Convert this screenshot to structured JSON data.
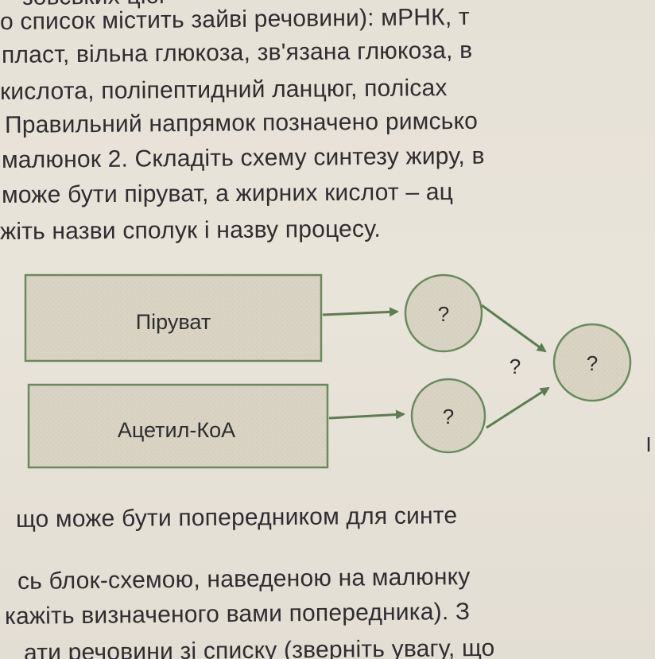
{
  "text_lines": [
    "зовських цієї",
    "о список містить зайві речовини): мРНК, т",
    "пласт, вільна глюкоза, зв'язана глюкоза, в",
    "кислота, поліпептидний ланцюг, полісах",
    "Правильний напрямок позначено римсько",
    "малюнок 2. Складіть схему синтезу жиру, в",
    "може бути піруват, а жирних кислот – ац",
    "жіть назви сполук і назву процесу."
  ],
  "diagram": {
    "box_top_label": "Піруват",
    "box_bottom_label": "Ацетил-КоА",
    "circle_top_label": "?",
    "circle_bottom_label": "?",
    "circle_right_label": "?",
    "arrow_label": "?",
    "side_mark": "І"
  },
  "bottom_lines": [
    "що може бути попередником для синте",
    "сь блок-схемою, наведеною на малюнку",
    "кажіть визначеного вами попередника). З",
    "ати речовини зі списку (зверніть увагу, що"
  ],
  "colors": {
    "box_fill": "#d9d4c4",
    "box_stroke": "#6a8a5e",
    "arrow_color": "#5b7d52",
    "text": "#2f2d30",
    "paper": "#e8e3d8"
  }
}
